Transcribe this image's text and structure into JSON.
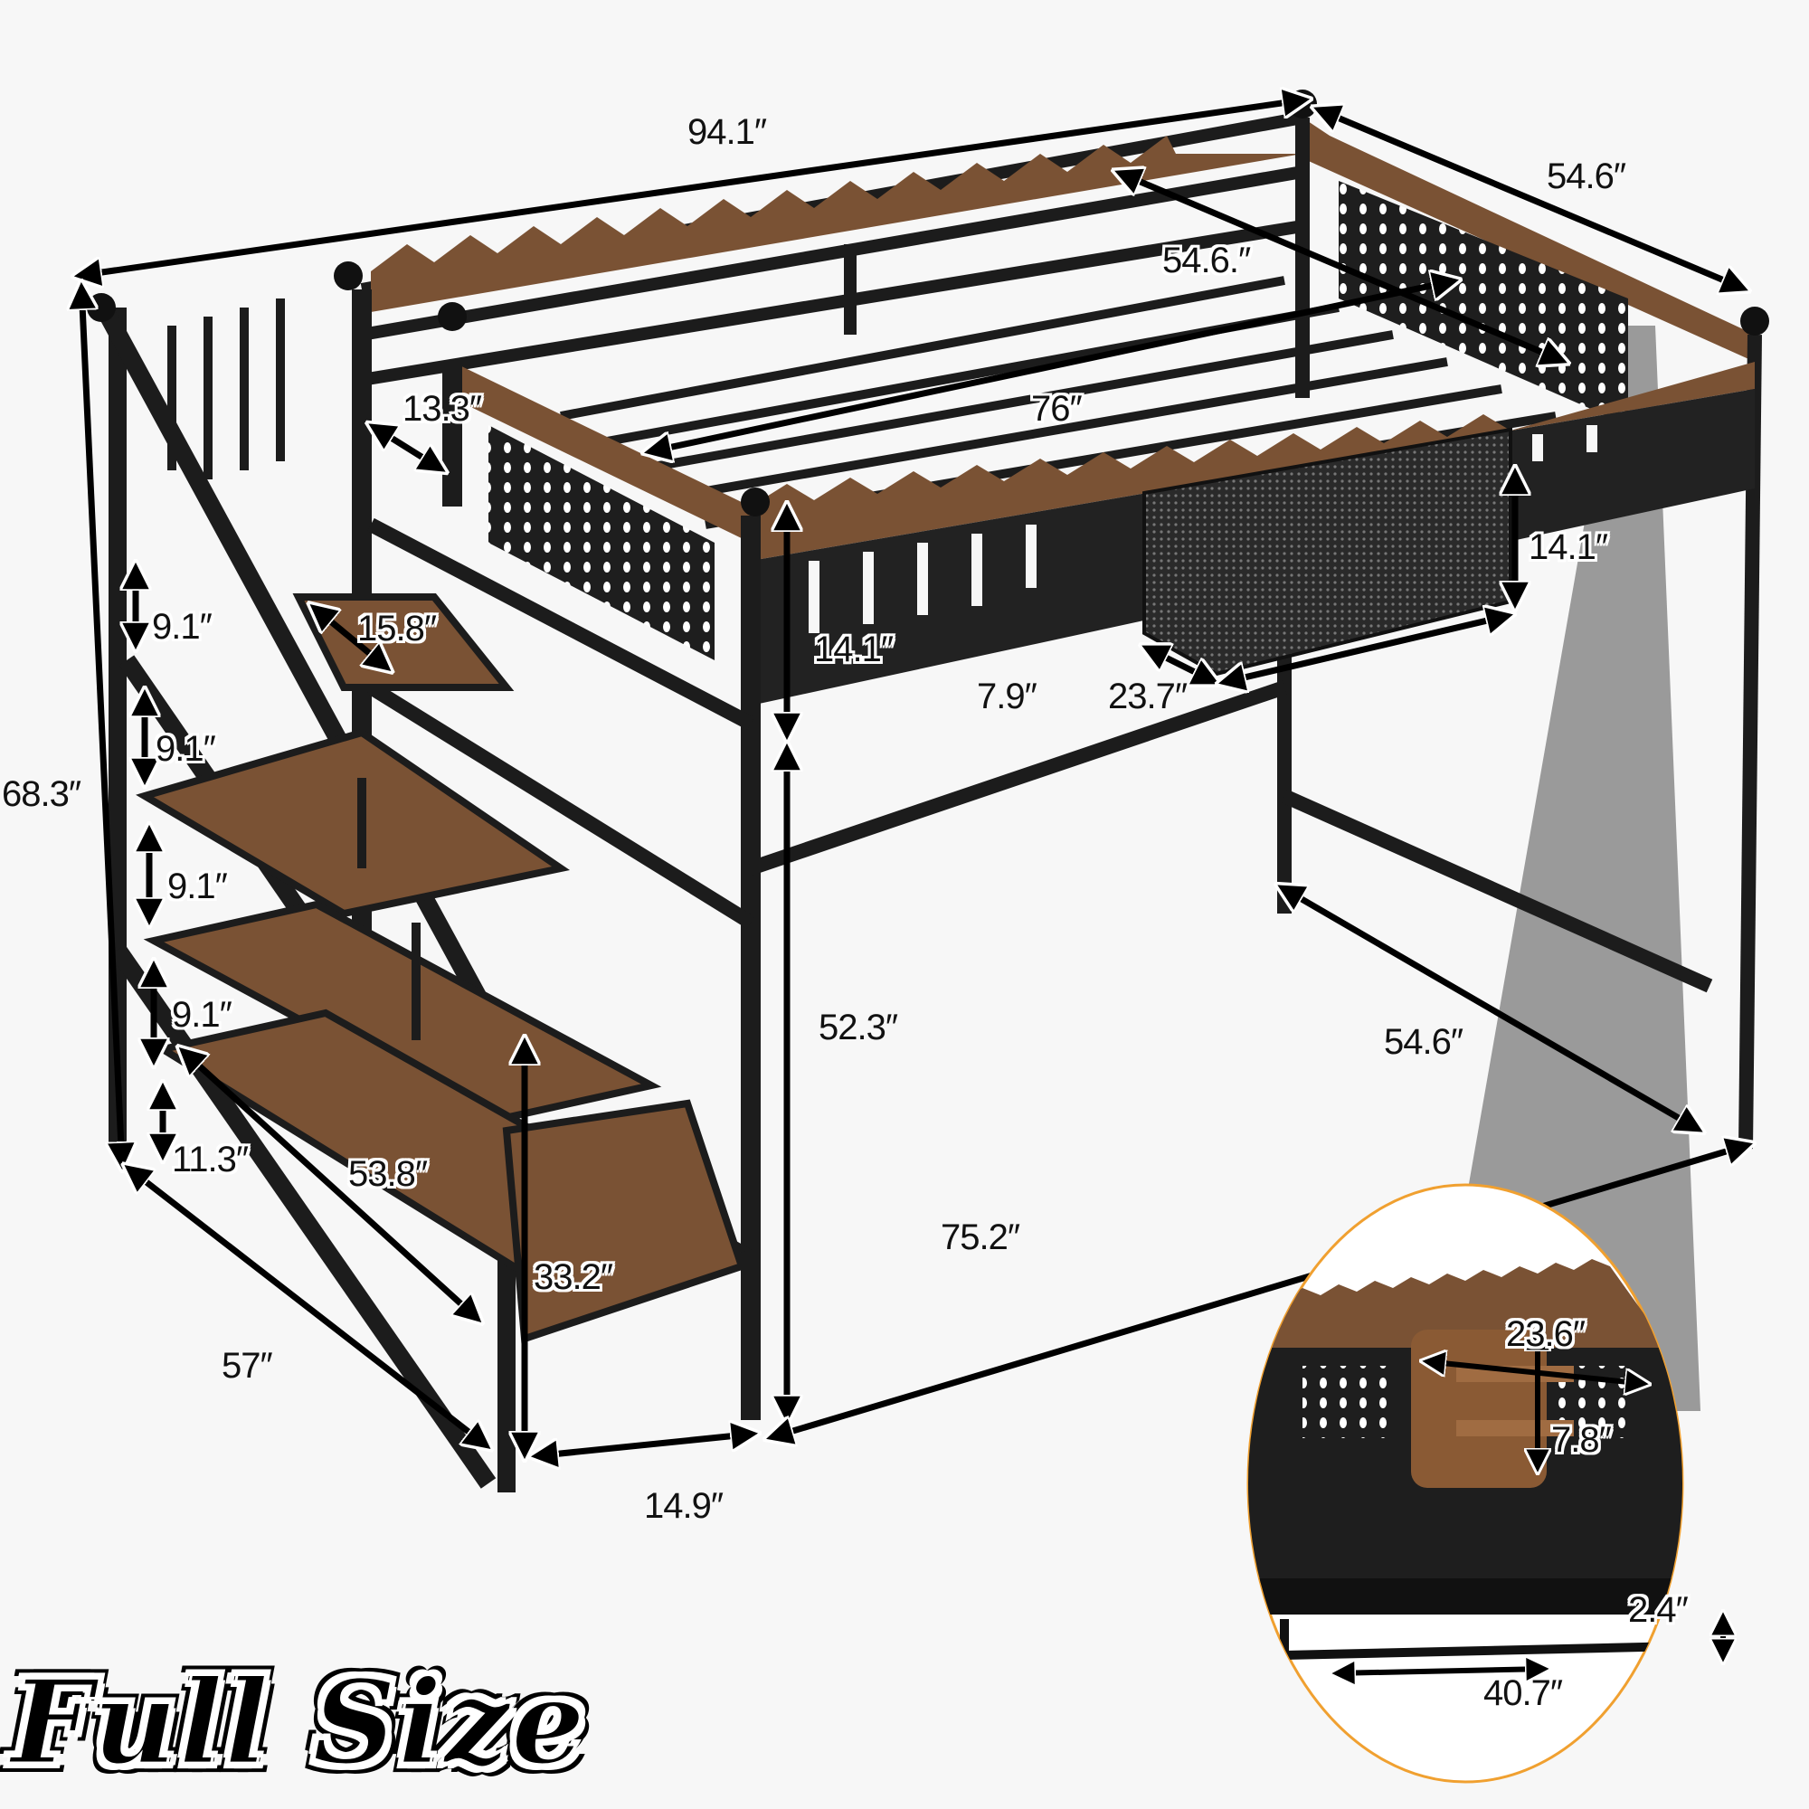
{
  "product": {
    "size_badge": "Full Size",
    "colors": {
      "frame": "#1c1c1c",
      "wood": "#7a5234",
      "background": "#f7f7f7",
      "inset_border": "#f0a030",
      "shadow_beam": "#8a8a8a"
    }
  },
  "dimensions": {
    "overall_length": "94.1″",
    "overall_width_top": "54.6″",
    "overall_height": "68.3″",
    "inner_width": "54.6.″",
    "mattress_length": "76″",
    "guardrail_gap": "13.3″",
    "stair_step_depth": "15.8″",
    "step_rise_1": "9.1″",
    "step_rise_2": "9.1″",
    "step_rise_3": "9.1″",
    "step_rise_4": "9.1″",
    "bottom_step_height": "11.3″",
    "stair_diagonal": "53.8″",
    "stair_base_length": "57″",
    "stair_post_height": "33.2″",
    "stair_width": "14.9″",
    "guardrail_height": "14.1″",
    "under_bed_clearance": "52.3″",
    "floor_width": "54.6″",
    "floor_length": "75.2″",
    "basket_depth": "7.9″",
    "basket_length": "23.7″",
    "basket_height": "14.1″"
  },
  "inset": {
    "shelf_width": "23.6″",
    "shelf_height": "7.8″",
    "towel_bar_length": "40.7″",
    "towel_bar_drop": "2.4″"
  }
}
